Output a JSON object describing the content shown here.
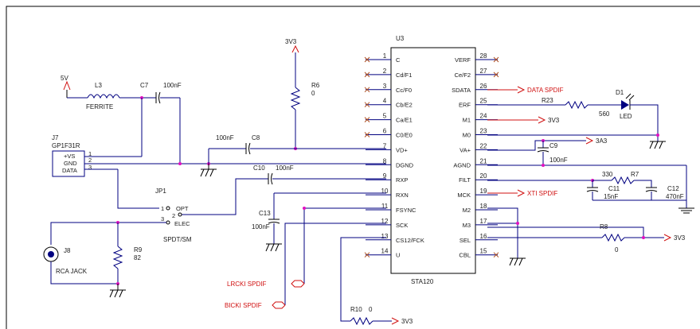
{
  "u3": {
    "ref": "U3",
    "part": "STA120",
    "left_pins": [
      {
        "num": "1",
        "name": "C"
      },
      {
        "num": "2",
        "name": "Cd/F1"
      },
      {
        "num": "3",
        "name": "Cc/F0"
      },
      {
        "num": "4",
        "name": "Cb/E2"
      },
      {
        "num": "5",
        "name": "Ca/E1"
      },
      {
        "num": "6",
        "name": "C0/E0"
      },
      {
        "num": "7",
        "name": "VD+"
      },
      {
        "num": "8",
        "name": "DGND"
      },
      {
        "num": "9",
        "name": "RXP"
      },
      {
        "num": "10",
        "name": "RXN"
      },
      {
        "num": "11",
        "name": "FSYNC"
      },
      {
        "num": "12",
        "name": "SCK"
      },
      {
        "num": "13",
        "name": "CS12/FCK"
      },
      {
        "num": "14",
        "name": "U"
      }
    ],
    "right_pins": [
      {
        "num": "28",
        "name": "VERF"
      },
      {
        "num": "27",
        "name": "Ce/F2"
      },
      {
        "num": "26",
        "name": "SDATA"
      },
      {
        "num": "25",
        "name": "ERF"
      },
      {
        "num": "24",
        "name": "M1"
      },
      {
        "num": "23",
        "name": "M0"
      },
      {
        "num": "22",
        "name": "VA+"
      },
      {
        "num": "21",
        "name": "AGND"
      },
      {
        "num": "20",
        "name": "FILT"
      },
      {
        "num": "19",
        "name": "MCK"
      },
      {
        "num": "18",
        "name": "M2"
      },
      {
        "num": "17",
        "name": "M3"
      },
      {
        "num": "16",
        "name": "SEL"
      },
      {
        "num": "15",
        "name": "CBL"
      }
    ]
  },
  "components": {
    "l3": {
      "ref": "L3",
      "value": "FERRITE"
    },
    "c7": {
      "ref": "C7",
      "value": "100nF"
    },
    "r6": {
      "ref": "R6",
      "value": "0"
    },
    "c8": {
      "ref": "C8",
      "value": "100nF"
    },
    "c10": {
      "ref": "C10",
      "value": "100nF"
    },
    "c13": {
      "ref": "C13",
      "value": "100nF"
    },
    "j7": {
      "ref": "J7",
      "part": "GP1F31R",
      "pins": [
        "+VS",
        "GND",
        "DATA"
      ],
      "pin_nums": [
        "1",
        "2",
        "3"
      ]
    },
    "jp1": {
      "ref": "JP1",
      "opt": "OPT",
      "elec": "ELEC",
      "pin1": "1",
      "pin2": "2",
      "pin3": "3",
      "type": "SPDT/SM"
    },
    "j8": {
      "ref": "J8",
      "part": "RCA JACK"
    },
    "r9": {
      "ref": "R9",
      "value": "82"
    },
    "r10": {
      "ref": "R10",
      "value": "0"
    },
    "r23": {
      "ref": "R23",
      "value": "560"
    },
    "d1": {
      "ref": "D1",
      "part": "LED"
    },
    "c9": {
      "ref": "C9",
      "value": "100nF"
    },
    "r7": {
      "ref": "R7",
      "value": "330"
    },
    "c11": {
      "ref": "C11",
      "value": "15nF"
    },
    "c12": {
      "ref": "C12",
      "value": "470nF"
    },
    "r8": {
      "ref": "R8",
      "value": "0"
    }
  },
  "power": {
    "v5": "5V",
    "v3v3": "3V3",
    "v3a3": "3A3"
  },
  "net_labels": {
    "data_spdif": "DATA SPDIF",
    "xti_spdif": "XTI SPDIF",
    "lrck_spdif": "LRCKI SPDIF",
    "bick_spdif": "BICKI SPDIF"
  },
  "colors": {
    "wire": "#000080",
    "net_label": "#d01010",
    "junction": "#e010c0"
  }
}
